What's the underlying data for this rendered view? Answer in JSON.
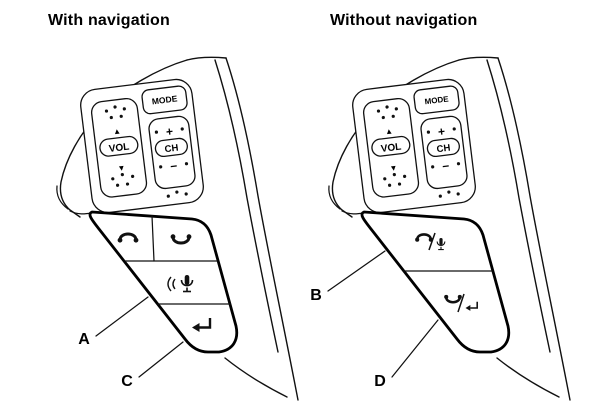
{
  "style": {
    "ink": "#111111",
    "background": "#ffffff"
  },
  "left_figure": {
    "title": "With navigation",
    "buttons": {
      "mode": "MODE",
      "volume_up": "▲",
      "volume": "VOL",
      "volume_down": "▼",
      "channel_up": "+",
      "channel": "CH",
      "channel_down": "−"
    },
    "icons": {
      "row1_left": "phone-pickup",
      "row1_right": "phone-hangup",
      "row2": "talk-microphone",
      "row3": "back-arrow"
    },
    "callouts": {
      "a": "A",
      "c": "C"
    }
  },
  "right_figure": {
    "title": "Without navigation",
    "buttons": {
      "mode": "MODE",
      "volume_up": "▲",
      "volume": "VOL",
      "volume_down": "▼",
      "channel_up": "+",
      "channel": "CH",
      "channel_down": "−"
    },
    "icons": {
      "row1": "phone-talk-combined",
      "row2": "hangup-back-combined"
    },
    "callouts": {
      "b": "B",
      "d": "D"
    }
  }
}
